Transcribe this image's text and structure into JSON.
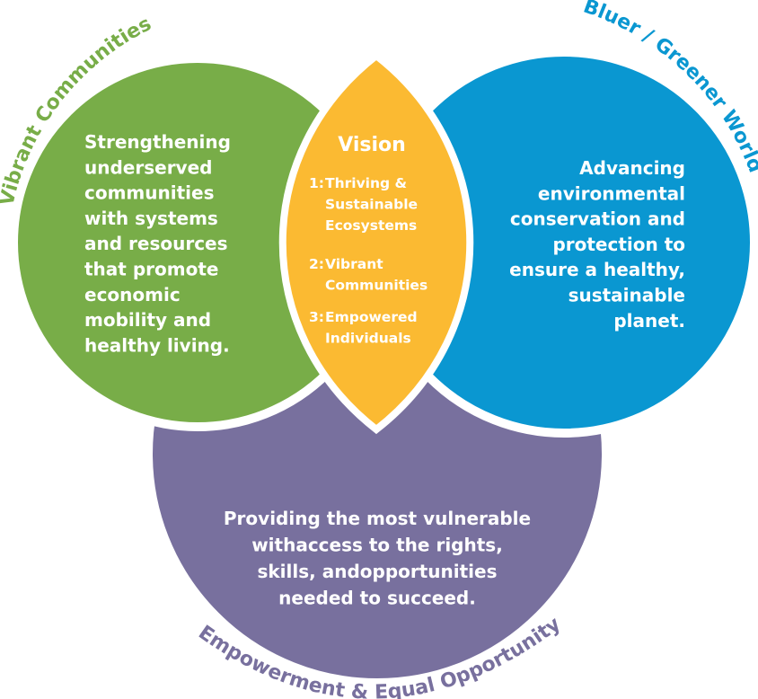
{
  "circles": {
    "vibrant": {
      "label": "Vibrant Communities",
      "color": "#78ad48",
      "lines": [
        "Strengthening",
        "underserved",
        "communities",
        "with systems",
        "and resources",
        "that promote",
        "economic",
        "mobility and",
        "healthy living."
      ]
    },
    "bluer": {
      "label": "Bluer / Greener World",
      "color": "#0a97d1",
      "lines": [
        "Advancing",
        "environmental",
        "conservation and",
        "protection to",
        "ensure a healthy,",
        "sustainable",
        "planet."
      ]
    },
    "empowerment": {
      "label": "Empowerment & Equal Opportunity",
      "color": "#78709e",
      "lines": [
        "Providing the most vulnerable",
        "withaccess to the rights,",
        "skills, andopportunities",
        "needed to succeed."
      ]
    }
  },
  "vision": {
    "title": "Vision",
    "color": "#fbba32",
    "items": [
      {
        "num": "1:",
        "lines": [
          "Thriving &",
          "Sustainable",
          "Ecosystems"
        ]
      },
      {
        "num": "2:",
        "lines": [
          "Vibrant",
          "Communities"
        ]
      },
      {
        "num": "3:",
        "lines": [
          "Empowered",
          "Individuals"
        ]
      }
    ]
  }
}
